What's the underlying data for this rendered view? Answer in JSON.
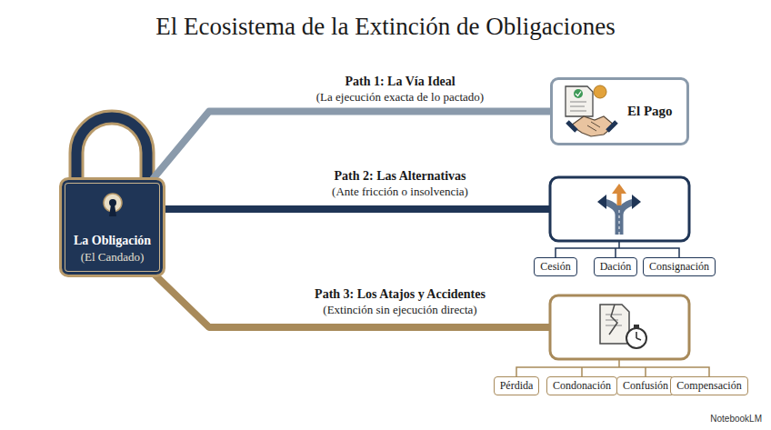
{
  "diagram": {
    "title": "El Ecosistema de la Extinción de Obligaciones",
    "nodes": [
      {
        "text": [
          "La Obligación",
          "(El Candado)"
        ]
      },
      {
        "text": [
          "El Pago"
        ]
      },
      {
        "text": [
          "Cesión"
        ]
      },
      {
        "text": [
          "Dación"
        ]
      },
      {
        "text": [
          "Consignación"
        ]
      },
      {
        "text": [
          "Pérdida"
        ]
      },
      {
        "text": [
          "Condonación"
        ]
      },
      {
        "text": [
          "Confusión"
        ]
      },
      {
        "text": [
          "Compensación"
        ]
      }
    ],
    "edges": [
      {
        "from": 0,
        "to": 1,
        "arrow": "none"
      }
    ],
    "labels": [
      "Path 1: La Vía Ideal",
      "(La ejecución exacta de lo pactado)",
      "Path 2: Las Alternativas",
      "(Ante fricción o insolvencia)",
      "Path 3: Los Atajos y Accidentes",
      "(Extinción sin ejecución directa)",
      "NotebookLM"
    ]
  }
}
